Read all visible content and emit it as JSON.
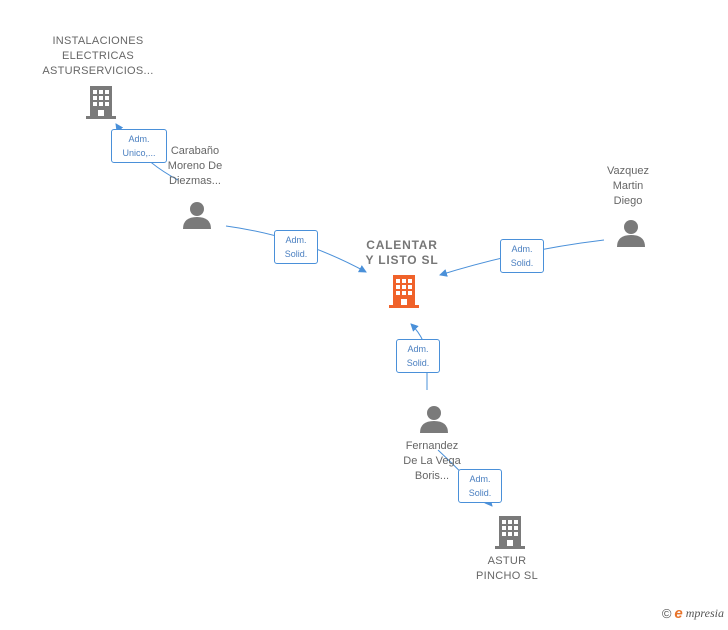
{
  "nodes": {
    "instalaciones": {
      "label": "INSTALACIONES\nELECTRICAS\nASTURSERVICIOS...",
      "type": "company"
    },
    "carabano": {
      "label": "Carabaño\nMoreno De\nDiezmas...",
      "type": "person"
    },
    "calentar": {
      "label": "CALENTAR\nY LISTO  SL",
      "type": "company-main"
    },
    "vazquez": {
      "label": "Vazquez\nMartin\nDiego",
      "type": "person"
    },
    "fernandez": {
      "label": "Fernandez\nDe La Vega\nBoris...",
      "type": "person"
    },
    "astur": {
      "label": "ASTUR\nPINCHO  SL",
      "type": "company"
    }
  },
  "edges": {
    "carabano_instalaciones": "Adm.\nUnico,...",
    "carabano_calentar": "Adm.\nSolid.",
    "vazquez_calentar": "Adm.\nSolid.",
    "fernandez_calentar": "Adm.\nSolid.",
    "fernandez_astur": "Adm.\nSolid."
  },
  "colors": {
    "edge": "#4a90d9",
    "icon": "#7a7a7a",
    "main_company": "#f0622a"
  },
  "footer": {
    "copyright": "©",
    "brand_initial": "e",
    "brand_rest": "mpresia"
  }
}
